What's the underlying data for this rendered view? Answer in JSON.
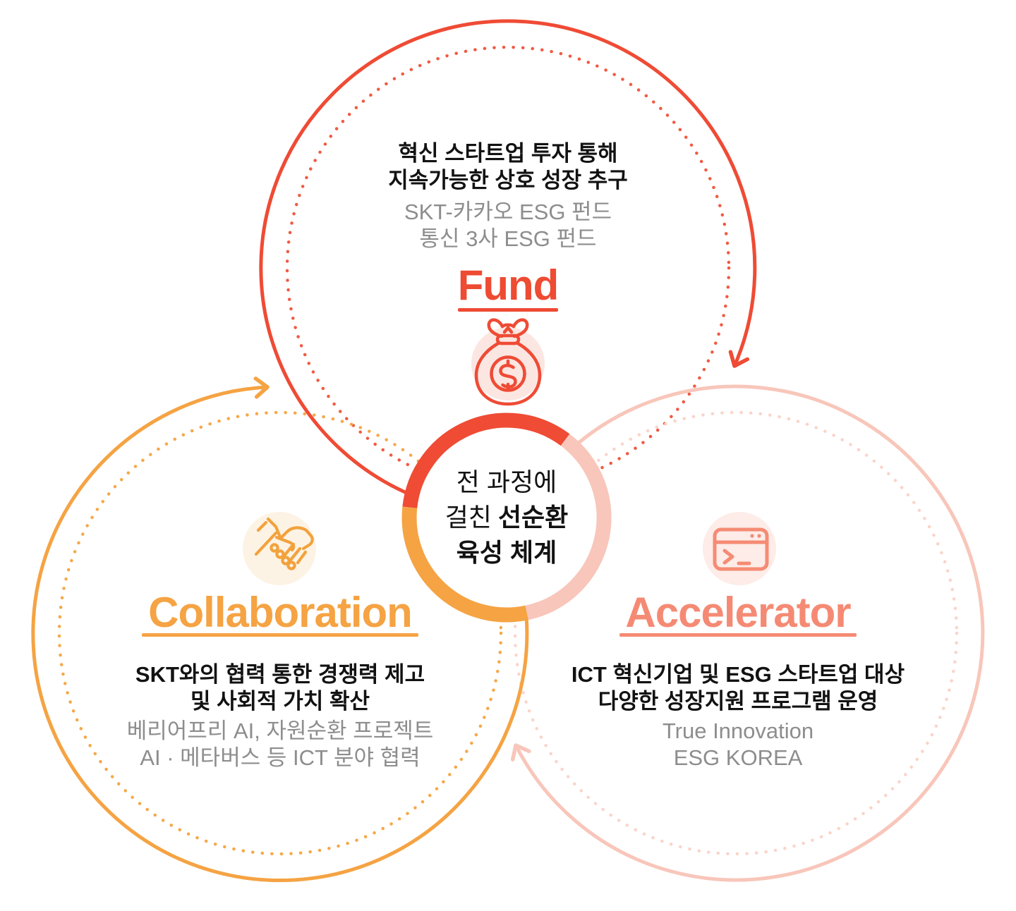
{
  "center": {
    "line1": "전 과정에",
    "line2_prefix": "걸친",
    "line2_bold": "선순환",
    "line3": "육성 체계"
  },
  "fund": {
    "title": "Fund",
    "desc_line1": "혁신 스타트업 투자 통해",
    "desc_line2": "지속가능한 상호 성장 추구",
    "sub_line1": "SKT-카카오 ESG 펀드",
    "sub_line2": "통신 3사 ESG 펀드",
    "icon": "money-bag-icon"
  },
  "collaboration": {
    "title": "Collaboration",
    "desc_line1": "SKT와의 협력 통한 경쟁력 제고",
    "desc_line2": "및 사회적 가치 확산",
    "sub_line1": "베리어프리 AI, 자원순환 프로젝트",
    "sub_line2": "AI · 메타버스 등 ICT 분야 협력",
    "icon": "handshake-icon"
  },
  "accelerator": {
    "title": "Accelerator",
    "desc_line1": "ICT 혁신기업 및 ESG 스타트업 대상",
    "desc_line2": "다양한 성장지원 프로그램 운영",
    "sub_line1": "True Innovation",
    "sub_line2": "ESG KOREA",
    "icon": "terminal-icon"
  },
  "colors": {
    "red": "#ee4b33",
    "orange": "#f5a343",
    "salmon": "#f58a74",
    "light_pink": "#f8c6ba",
    "icon_bg_red": "#fce6e1",
    "icon_bg_orange": "#fdf3e4",
    "icon_bg_pink": "#fdece8",
    "gray_text": "#8d8d8d",
    "dark_text": "#121212"
  }
}
